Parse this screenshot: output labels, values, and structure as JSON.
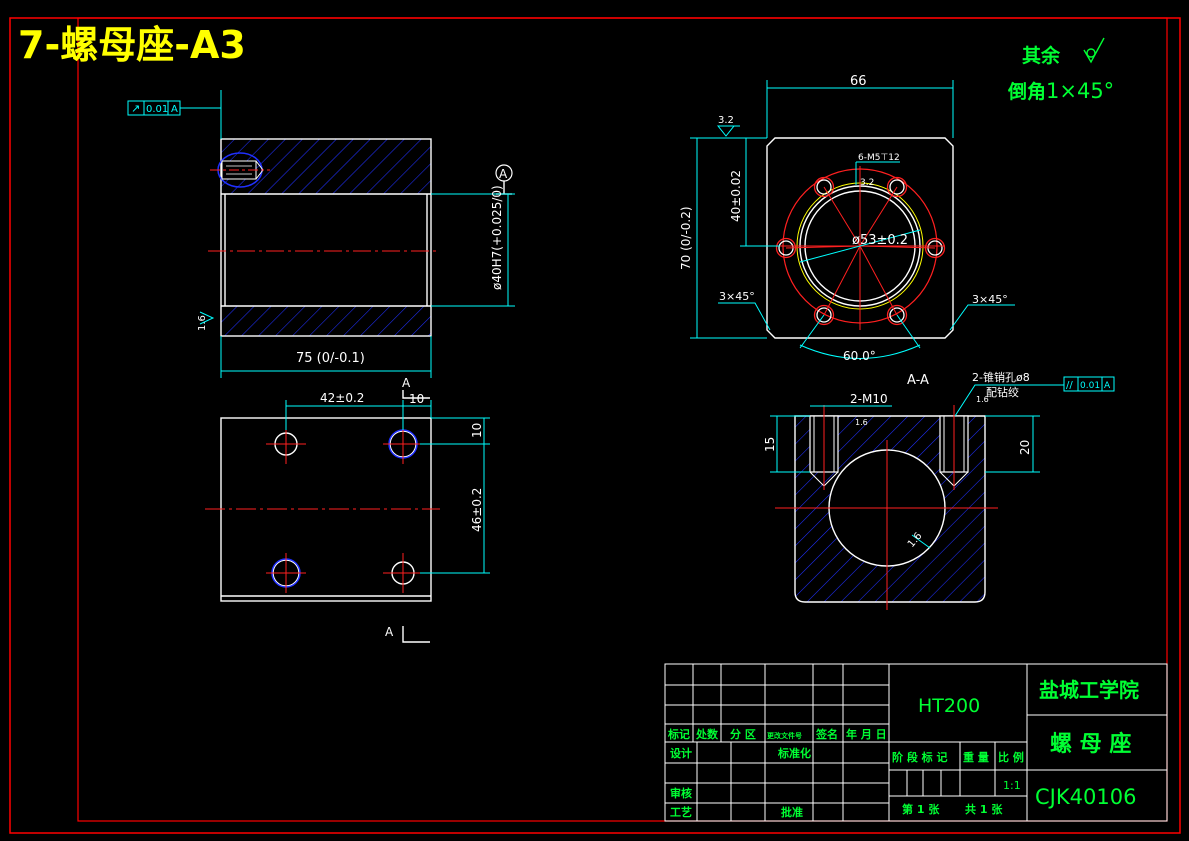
{
  "sheet": {
    "title": "7-螺母座-A3",
    "other_roughness": "其余",
    "chamfer_note_cn": "倒角",
    "chamfer_note_val": "1×45°"
  },
  "front_view": {
    "tolerance_frame_sym": "↗",
    "tolerance_frame_val": "0.01",
    "tolerance_frame_ref": "A",
    "datum": "A",
    "bore_dim": "ø40H7(+0.025/0)",
    "length_dim": "75 (0/-0.1)",
    "roughness": "1.6"
  },
  "top_view": {
    "dim_42": "42±0.2",
    "dim_10_top": "10",
    "dim_10_right": "10",
    "dim_46": "46±0.2",
    "section_mark_top": "A",
    "section_mark_bottom": "A"
  },
  "side_view": {
    "width_dim": "66",
    "height_dim": "70 (0/-0.2)",
    "dim_40": "40±0.02",
    "roughness": "3.2",
    "holes_note": "6-M5⊤12",
    "holes_sub": "3.2",
    "pcd_dim": "ø53±0.2",
    "chamfer_left": "3×45°",
    "chamfer_right": "3×45°",
    "angle": "60.0°"
  },
  "section_view": {
    "label": "A-A",
    "pin_note_1": "2-锥销孔ø8",
    "pin_note_2": "配钻绞",
    "tolerance_sym": "//",
    "tolerance_val": "0.01",
    "tolerance_ref": "A",
    "thread_note": "2-M10",
    "roughness_a": "1.6",
    "roughness_b": "1.6",
    "roughness_c": "1.6",
    "dim_15": "15",
    "dim_20": "20"
  },
  "title_block": {
    "material": "HT200",
    "school": "盐城工学院",
    "part_name": "螺 母 座",
    "drawing_no": "CJK40106",
    "row_labels": [
      "标记",
      "处数",
      "分 区",
      "更改文件号",
      "签名",
      "年 月 日"
    ],
    "design": "设计",
    "standardize": "标准化",
    "check": "审核",
    "process": "工艺",
    "approve": "批准",
    "stage_labels": [
      "阶 段 标 记",
      "重 量",
      "比 例"
    ],
    "scale": "1:1",
    "sheet_no": "第  1  张",
    "sheet_total": "共  1  张"
  },
  "colors": {
    "background": "#000000",
    "outline": "#ffffff",
    "dimension": "#00ffff",
    "centerline": "#ff2020",
    "hatch": "#2030ff",
    "title_text": "#ffff00",
    "block_text": "#00ff33",
    "border": "#ff0000"
  }
}
